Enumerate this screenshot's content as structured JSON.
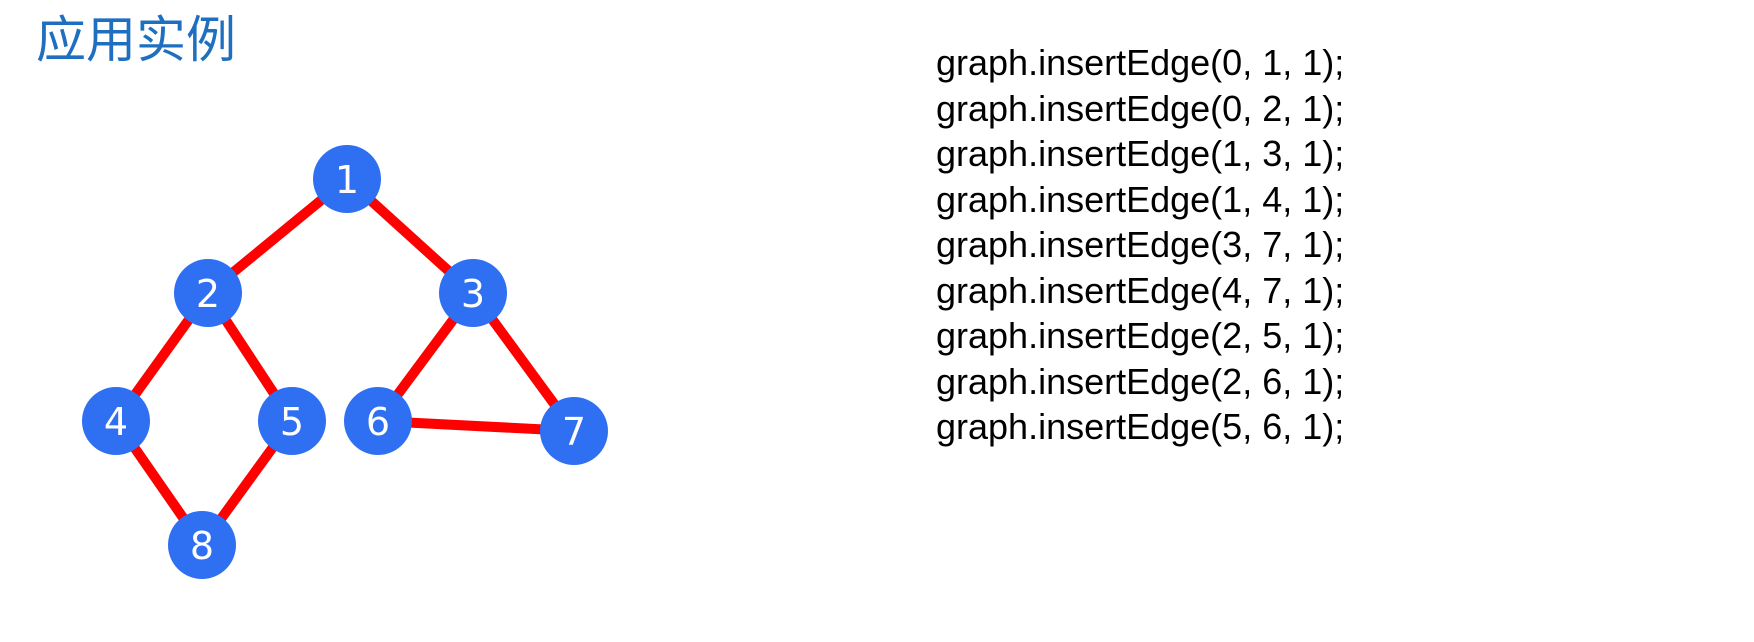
{
  "title": "应用实例",
  "graph": {
    "nodes": [
      {
        "id": "1",
        "label": "1"
      },
      {
        "id": "2",
        "label": "2"
      },
      {
        "id": "3",
        "label": "3"
      },
      {
        "id": "4",
        "label": "4"
      },
      {
        "id": "5",
        "label": "5"
      },
      {
        "id": "6",
        "label": "6"
      },
      {
        "id": "7",
        "label": "7"
      },
      {
        "id": "8",
        "label": "8"
      }
    ],
    "edges": [
      [
        "1",
        "2"
      ],
      [
        "1",
        "3"
      ],
      [
        "2",
        "4"
      ],
      [
        "2",
        "5"
      ],
      [
        "3",
        "6"
      ],
      [
        "3",
        "7"
      ],
      [
        "6",
        "7"
      ],
      [
        "4",
        "8"
      ],
      [
        "5",
        "8"
      ]
    ],
    "node_color": "#2f6ff2",
    "edge_color": "#ff0000",
    "label_color": "#ffffff"
  },
  "code_lines": [
    "graph.insertEdge(0, 1, 1);",
    "graph.insertEdge(0, 2, 1);",
    "graph.insertEdge(1, 3, 1);",
    "graph.insertEdge(1, 4, 1);",
    "graph.insertEdge(3, 7, 1);",
    "graph.insertEdge(4, 7, 1);",
    "graph.insertEdge(2, 5, 1);",
    "graph.insertEdge(2, 6, 1);",
    "graph.insertEdge(5, 6, 1);"
  ],
  "colors": {
    "title": "#1f6fc1",
    "background": "#ffffff",
    "code_text": "#000000"
  }
}
